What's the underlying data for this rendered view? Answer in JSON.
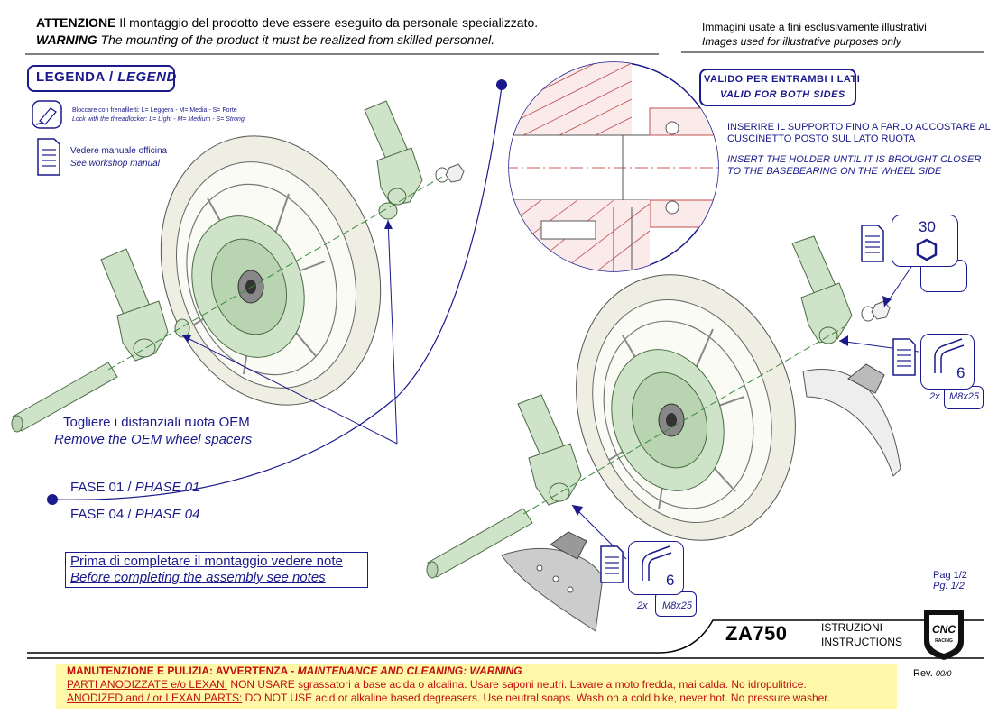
{
  "header": {
    "warning_it_label": "ATTENZIONE",
    "warning_it_text": " Il montaggio del prodotto deve essere eseguito da personale specializzato.",
    "warning_en_label": "WARNING",
    "warning_en_text": " The mounting of the product it must be realized from skilled personnel.",
    "image_note_it": "Immagini usate a fini esclusivamente illustrativi",
    "image_note_en": "Images used for illustrative purposes only"
  },
  "legend": {
    "title_it": "LEGENDA /",
    "title_en": "LEGEND",
    "threadlocker_it": "Bloccare con frenafiletti: L= Leggera - M= Media - S= Forte",
    "threadlocker_en": "Lock with the threadlocker: L= Light - M= Medium - S= Strong",
    "manual_it": "Vedere manuale officina",
    "manual_en": "See workshop manual"
  },
  "phase1_labels": {
    "remove_it": "Togliere i distanziali ruota OEM",
    "remove_en": "Remove the OEM wheel spacers",
    "phase01_it": "FASE 01 / ",
    "phase01_en": "PHASE 01",
    "phase04_it": "FASE 04 / ",
    "phase04_en": "PHASE 04",
    "note_it": "Prima di completare il montaggio  vedere note",
    "note_en": "Before completing the assembly see notes"
  },
  "detail": {
    "valid_it": "VALIDO PER ENTRAMBI I LATI",
    "valid_en": "VALID FOR BOTH SIDES",
    "insert_it_1": "INSERIRE IL SUPPORTO FINO A FARLO ACCOSTARE AL",
    "insert_it_2": "CUSCINETTO POSTO SUL LATO RUOTA",
    "insert_en_1": "INSERT THE HOLDER UNTIL IT IS BROUGHT CLOSER",
    "insert_en_2": "TO THE BASEBEARING ON THE WHEEL SIDE"
  },
  "callouts": {
    "torque_value": "30",
    "hex_top": "6",
    "qty_top": "2x",
    "spec_top": "M8x25",
    "hex_bottom": "6",
    "qty_bottom": "2x",
    "spec_bottom": "M8x25"
  },
  "footer": {
    "page_it": "Pag 1/2",
    "page_en": "Pg. 1/2",
    "model": "ZA750",
    "instr_it": "ISTRUZIONI",
    "instr_en": "INSTRUCTIONS",
    "logo_text_1": "CNC",
    "logo_text_2": "RACING",
    "maint_title_it": "MANUTENZIONE E PULIZIA: AVVERTENZA - ",
    "maint_title_en": "MAINTENANCE AND CLEANING: WARNING",
    "anodized_it_label": "PARTI ANODIZZATE  e/o LEXAN:",
    "anodized_it_text": " NON USARE sgrassatori a base acida o alcalina. Usare saponi neutri. Lavare a moto fredda, mai calda. No idropulitrice.",
    "anodized_en_label": "ANODIZED and / or LEXAN PARTS:",
    "anodized_en_text": " DO NOT USE acid or alkaline based degreasers. Use neutral soaps. Wash on a cold bike, never hot. No pressure washer.",
    "rev_label": "Rev. ",
    "rev_value": "00/0"
  },
  "colors": {
    "ink": "#1a1a8c",
    "part_green": "#cfe3c8",
    "tire": "#efeee2",
    "warning_bar": "#fff8a8",
    "warning_text": "#c01010"
  }
}
